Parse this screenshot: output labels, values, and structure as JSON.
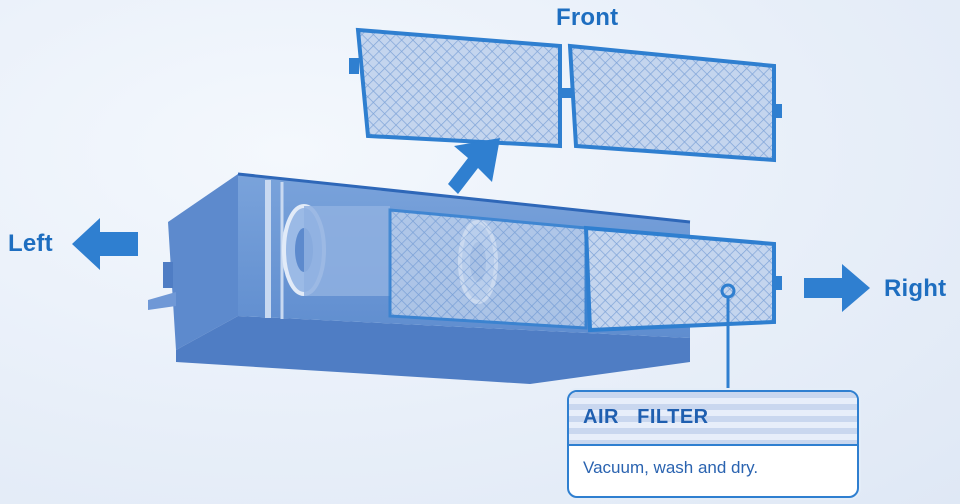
{
  "labels": {
    "front": "Front",
    "left": "Left",
    "right": "Right"
  },
  "callout": {
    "title": "AIR   FILTER",
    "description": "Vacuum, wash and dry."
  },
  "colors": {
    "primary_blue": "#2f7fd0",
    "light_blue": "#a9c4e8",
    "label_blue": "#1e6ec0"
  }
}
